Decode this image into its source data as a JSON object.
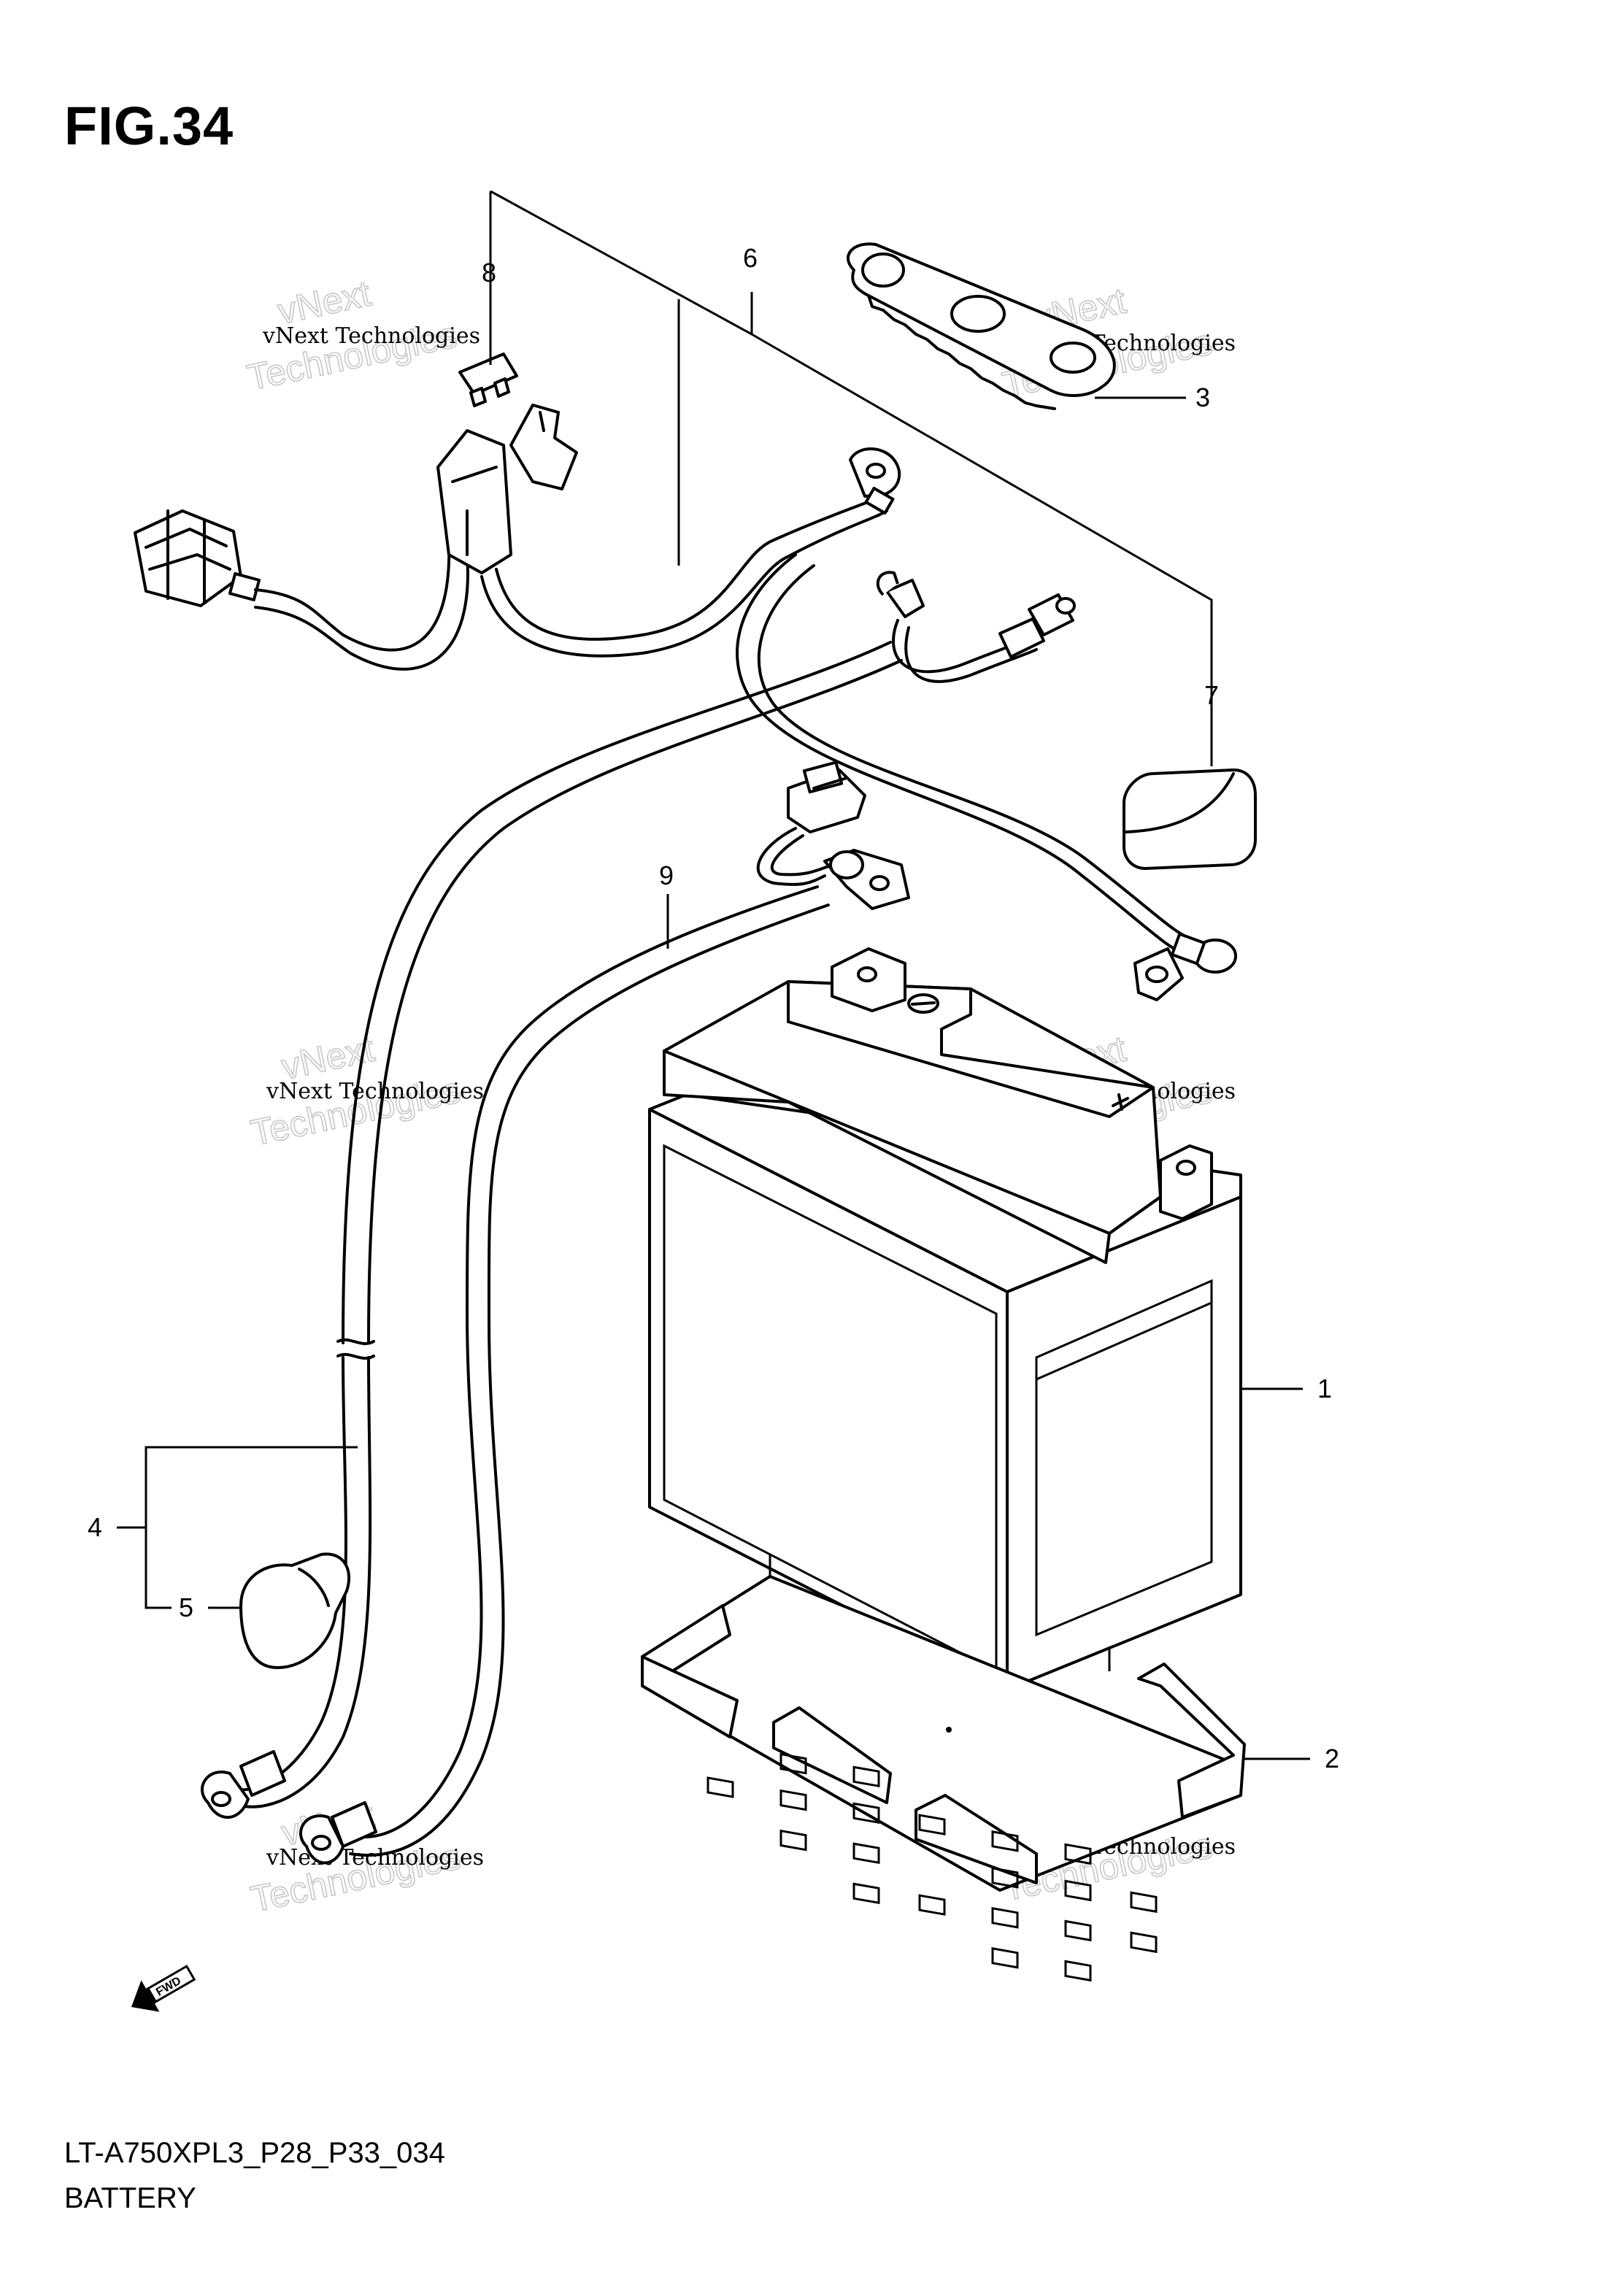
{
  "figure": {
    "title": "FIG.34",
    "model_code": "LT-A750XPL3_P28_P33_034",
    "section_name": "BATTERY"
  },
  "callouts": [
    {
      "id": "battery",
      "label": "1"
    },
    {
      "id": "battery-tray",
      "label": "2"
    },
    {
      "id": "battery-cover-band",
      "label": "3"
    },
    {
      "id": "negative-cable",
      "label": "4"
    },
    {
      "id": "terminal-cap",
      "label": "5"
    },
    {
      "id": "main-harness",
      "label": "6"
    },
    {
      "id": "starter-relay-cap",
      "label": "7"
    },
    {
      "id": "fuse",
      "label": "8"
    },
    {
      "id": "positive-cable",
      "label": "9"
    }
  ],
  "watermark": {
    "line_small": "vNext Technologies",
    "line_big_1": "vNext",
    "line_big_2": "Technologies"
  },
  "fwd_arrow_label": "FWD"
}
